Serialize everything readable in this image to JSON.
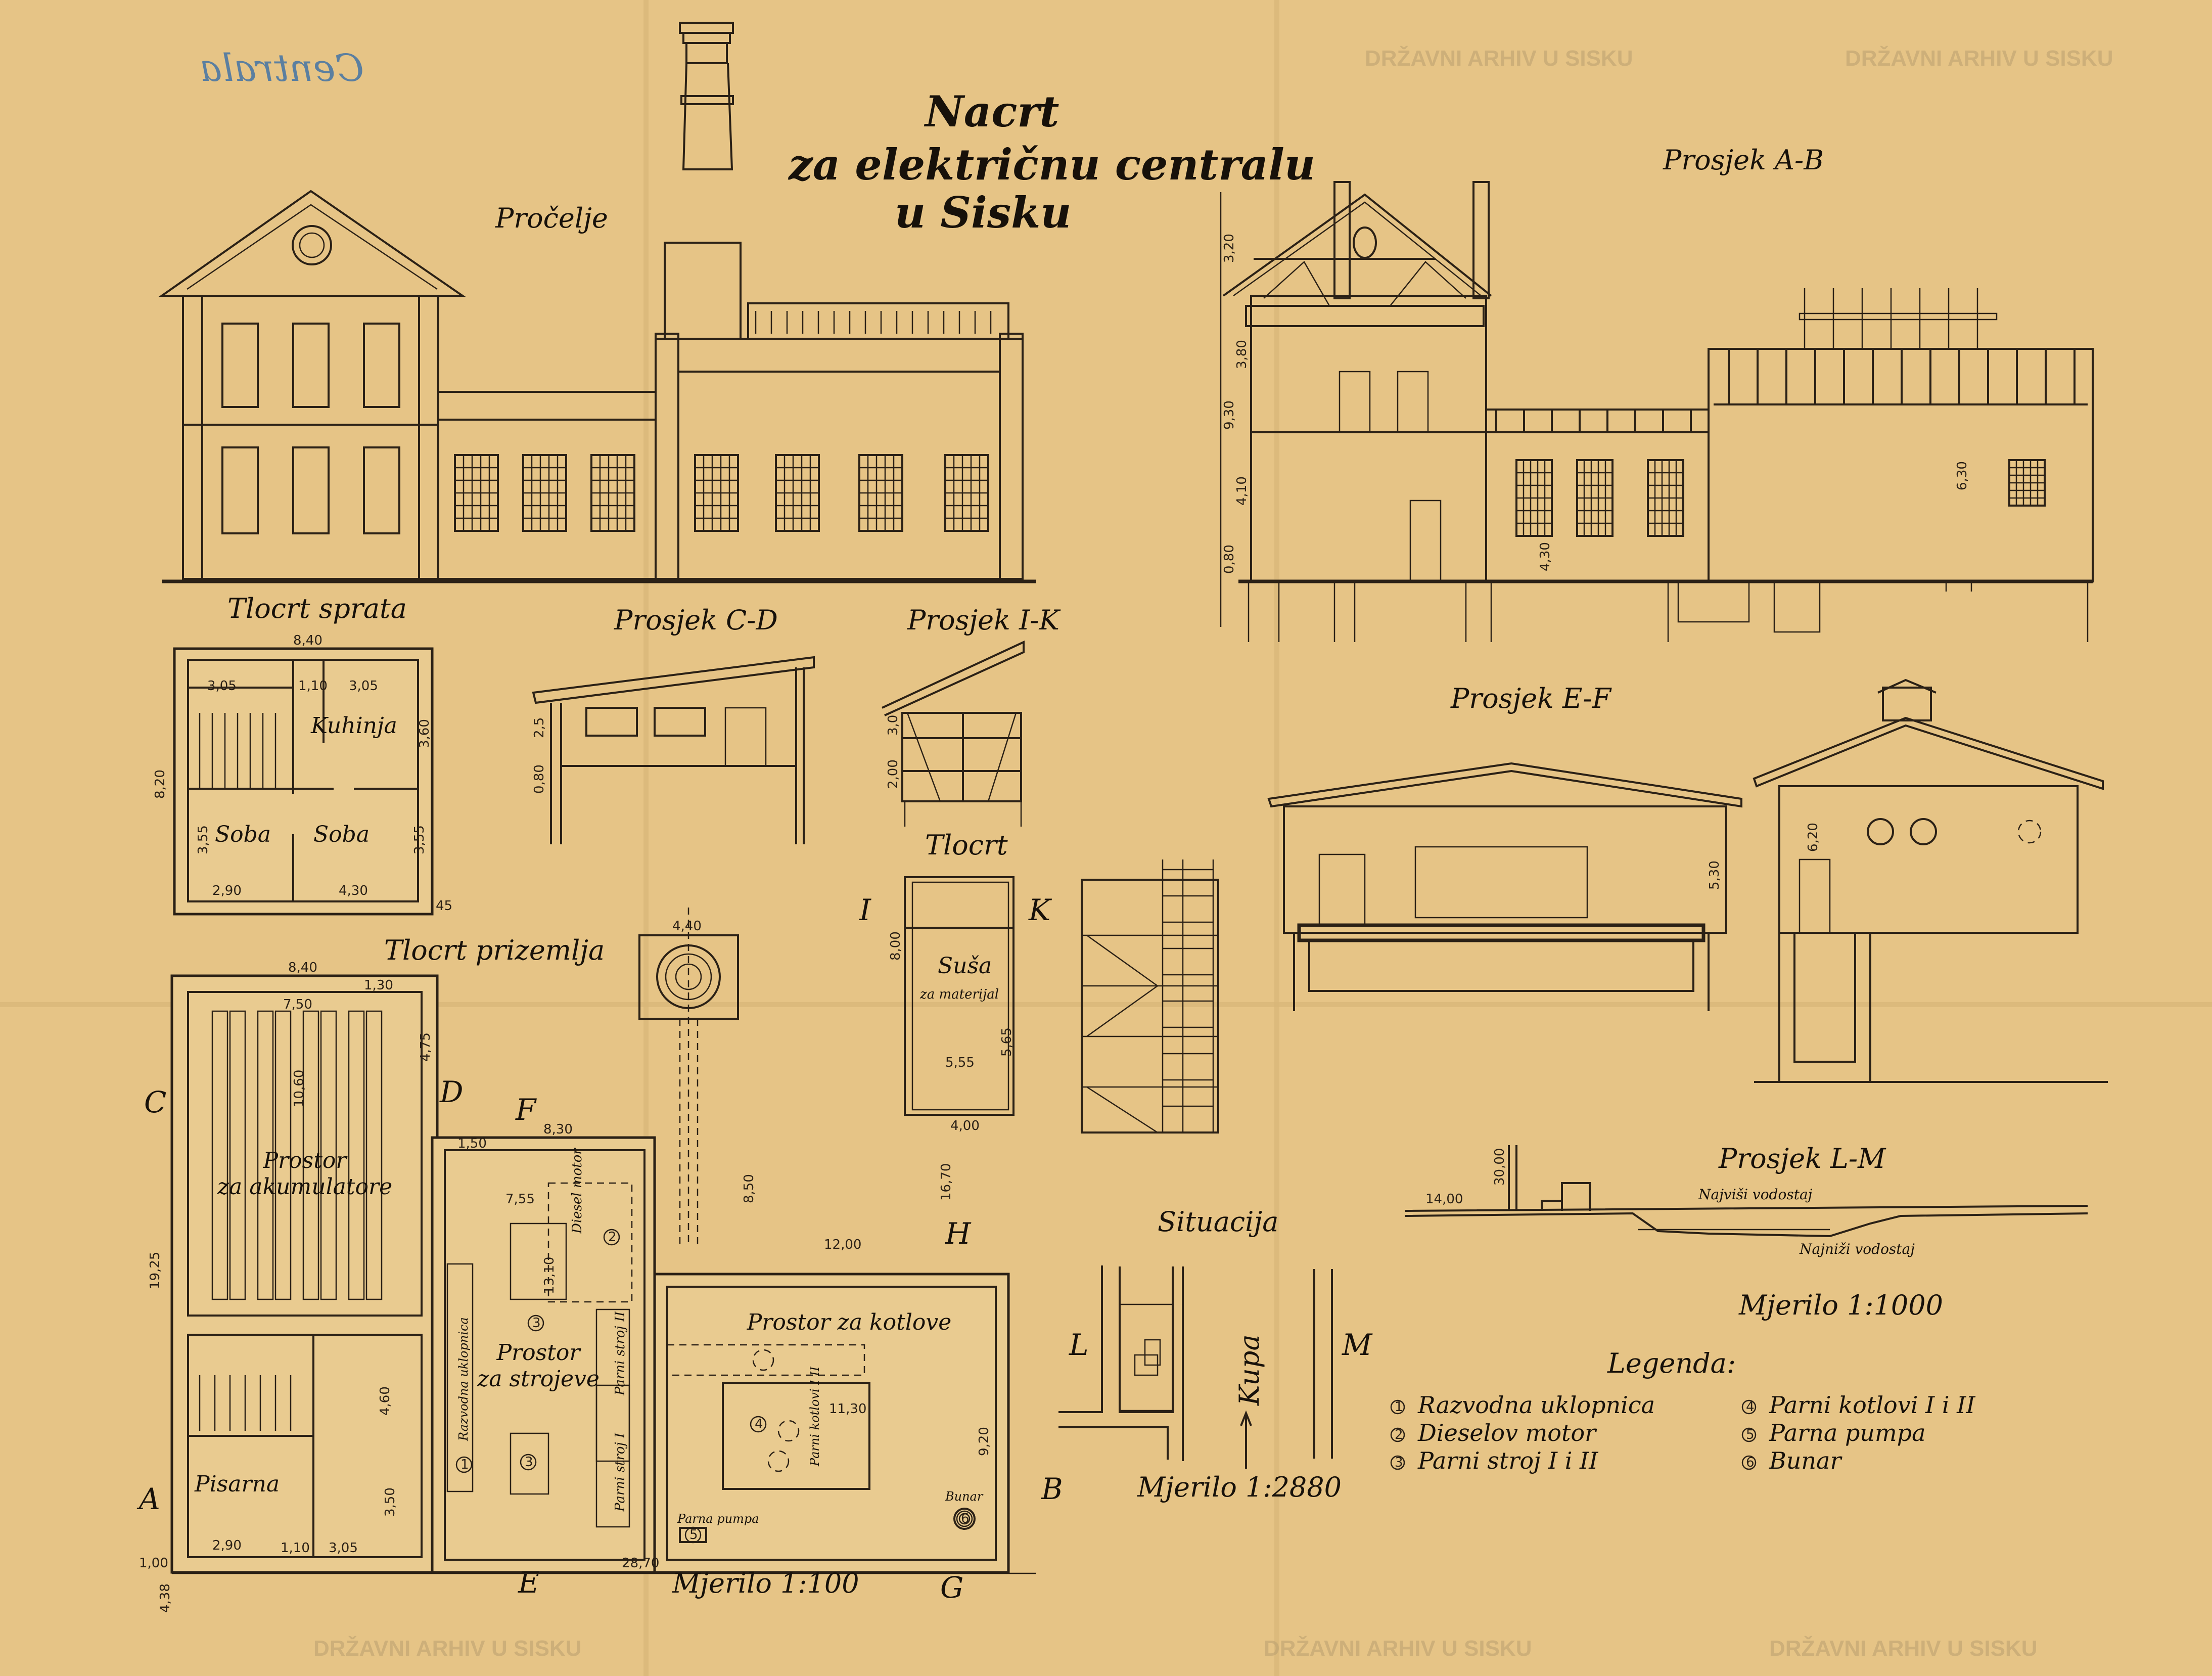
{
  "title": {
    "line1": "Nacrt",
    "line2": "za električnu centralu",
    "line3": "u Sisku"
  },
  "watermark": "DRŽAVNI ARHIV U SISKU",
  "pencil_note": "Centrala",
  "colors": {
    "paper": "#e6c486",
    "ink": "#2b2116",
    "pencil_blue": "#5b7fa0",
    "watermark": "#b99f70"
  },
  "drawings": {
    "facade": {
      "label": "Pročelje"
    },
    "section_ab": {
      "label": "Prosjek A-B",
      "dims": [
        "3,20",
        "9,30",
        "3,80",
        "4,10",
        "0,80",
        "4,30",
        "6,30"
      ]
    },
    "upper_plan": {
      "label": "Tlocrt sprata",
      "rooms": [
        "Kuhinja",
        "Soba",
        "Soba"
      ],
      "dims": [
        "8,40",
        "3,05",
        "1,10",
        "3,05",
        "8,20",
        "3,60",
        "3,55",
        "3,55",
        "2,90",
        "4,30",
        "45"
      ]
    },
    "section_cd": {
      "label": "Prosjek C-D",
      "dims": [
        "2,5",
        "0,80"
      ]
    },
    "section_ik": {
      "label": "Prosjek I-K",
      "dims": [
        "3,0",
        "2,00"
      ]
    },
    "shed_plan": {
      "label": "Tlocrt",
      "room": "Suša",
      "room_sub": "za materijal",
      "markers": [
        "I",
        "K"
      ],
      "dims": [
        "8,00",
        "5,65",
        "5,55",
        "4,00"
      ]
    },
    "ground_plan": {
      "label": "Tlocrt prizemlja",
      "rooms": [
        "Prostor za akumulatore",
        "Prostor za strojeve",
        "Prostor za kotlove",
        "Pisarna"
      ],
      "equipment": [
        "Diesel motor",
        "Parni stroj II",
        "Parni stroj I",
        "Razvodna uklopnica",
        "Parni kotlovi I II",
        "Parna pumpa",
        "Bunar"
      ],
      "markers": [
        "A",
        "B",
        "C",
        "D",
        "E",
        "F",
        "G",
        "H"
      ],
      "dims": [
        "8,40",
        "1,30",
        "7,50",
        "10,60",
        "4,75",
        "19,25",
        "8,30",
        "1,50",
        "7,55",
        "13,10",
        "16,70",
        "8,50",
        "12,00",
        "9,20",
        "11,30",
        "4,60",
        "3,50",
        "2,90",
        "1,10",
        "3,05",
        "28,70",
        "1,00",
        "4,38",
        "4,40"
      ],
      "scale": "Mjerilo 1:100"
    },
    "section_ef": {
      "label": "Prosjek E-F",
      "dims": [
        "5,30",
        "6,20"
      ]
    },
    "site": {
      "label": "Situacija",
      "river": "Kupa",
      "markers": [
        "L",
        "M"
      ],
      "scale": "Mjerilo 1:2880"
    },
    "section_lm": {
      "label": "Prosjek L-M",
      "high_water": "Najviši vodostaj",
      "low_water": "Najniži vodostaj",
      "dims": [
        "30,00",
        "14,00"
      ],
      "scale": "Mjerilo 1:1000"
    }
  },
  "legend": {
    "title": "Legenda:",
    "items": [
      {
        "num": "1",
        "label": "Razvodna uklopnica"
      },
      {
        "num": "2",
        "label": "Dieselov motor"
      },
      {
        "num": "3",
        "label": "Parni stroj I i II"
      },
      {
        "num": "4",
        "label": "Parni kotlovi I i II"
      },
      {
        "num": "5",
        "label": "Parna pumpa"
      },
      {
        "num": "6",
        "label": "Bunar"
      }
    ]
  }
}
